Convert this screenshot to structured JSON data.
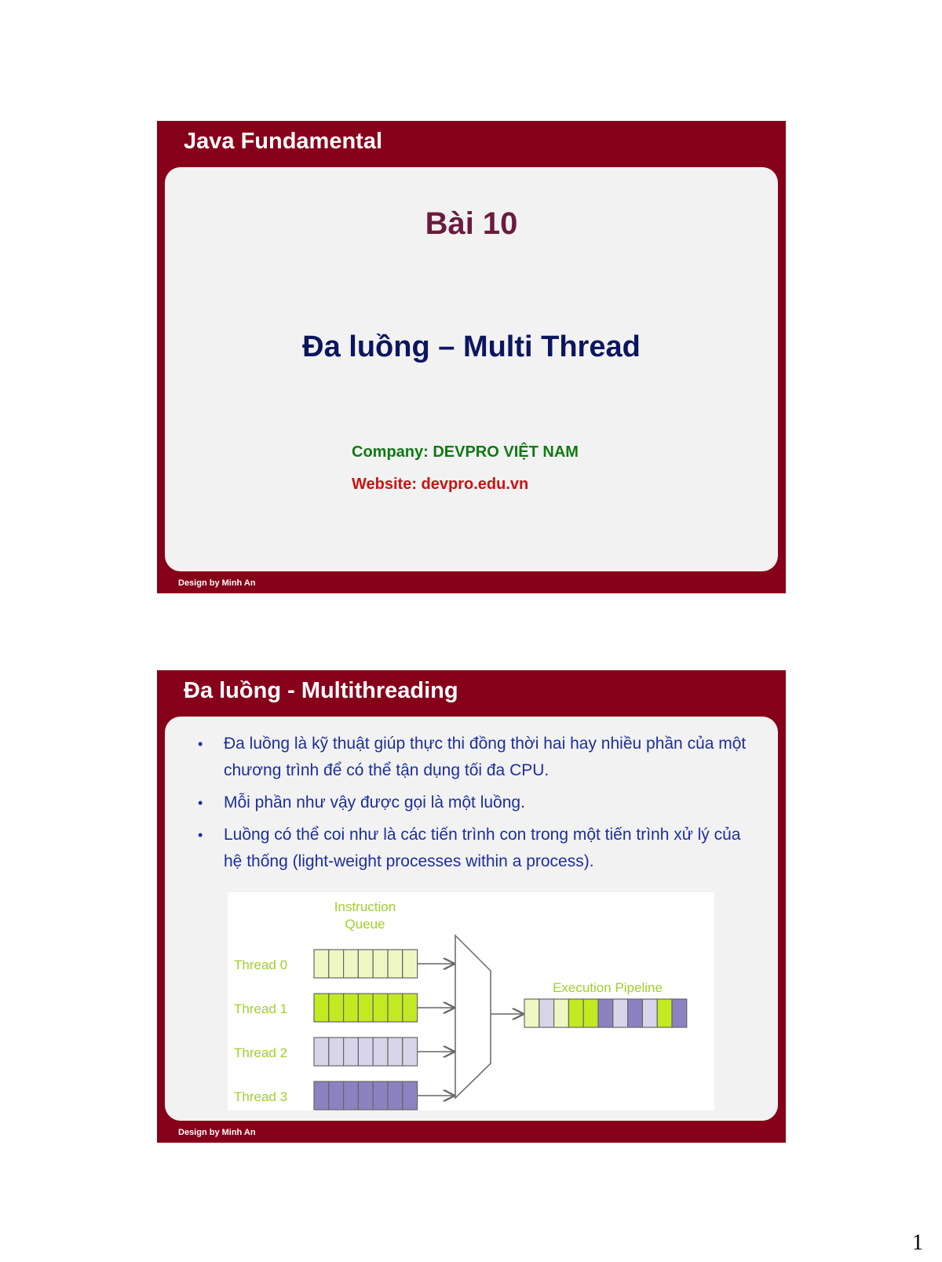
{
  "slide1": {
    "header": "Java Fundamental",
    "lesson": "Bài 10",
    "title": "Đa luồng – Multi Thread",
    "company": "Company: DEVPRO VIỆT NAM",
    "website": "Website: devpro.edu.vn",
    "footer": "Design by Minh An"
  },
  "slide2": {
    "header": "Đa luồng - Multithreading",
    "bullets": [
      "Đa luồng là kỹ thuật giúp thực thi đồng thời hai hay nhiều phần của một chương trình để có thể tận dụng tối đa CPU.",
      "Mỗi phần như vậy được gọi là một luồng.",
      "Luồng có thể coi như là các tiến trình con trong một tiến trình xử lý của hệ thống (light-weight processes within a process)."
    ],
    "bullet_marker": "•",
    "footer": "Design by Minh An",
    "diagram": {
      "queue_label_line1": "Instruction",
      "queue_label_line2": "Queue",
      "pipeline_label": "Execution Pipeline",
      "threads": [
        {
          "label": "Thread 0",
          "color": "#eef7c4"
        },
        {
          "label": "Thread 1",
          "color": "#c2ea22"
        },
        {
          "label": "Thread 2",
          "color": "#d8d4ea"
        },
        {
          "label": "Thread 3",
          "color": "#8c82c0"
        }
      ],
      "queue_cells": 7,
      "pipeline_cells": [
        "#eef7c4",
        "#d8d4ea",
        "#eef7c4",
        "#c2ea22",
        "#c2ea22",
        "#8c82c0",
        "#d8d4ea",
        "#8c82c0",
        "#d8d4ea",
        "#c2ea22",
        "#8c82c0"
      ],
      "label_color": "#9fcf2a"
    }
  },
  "page_number": "1"
}
